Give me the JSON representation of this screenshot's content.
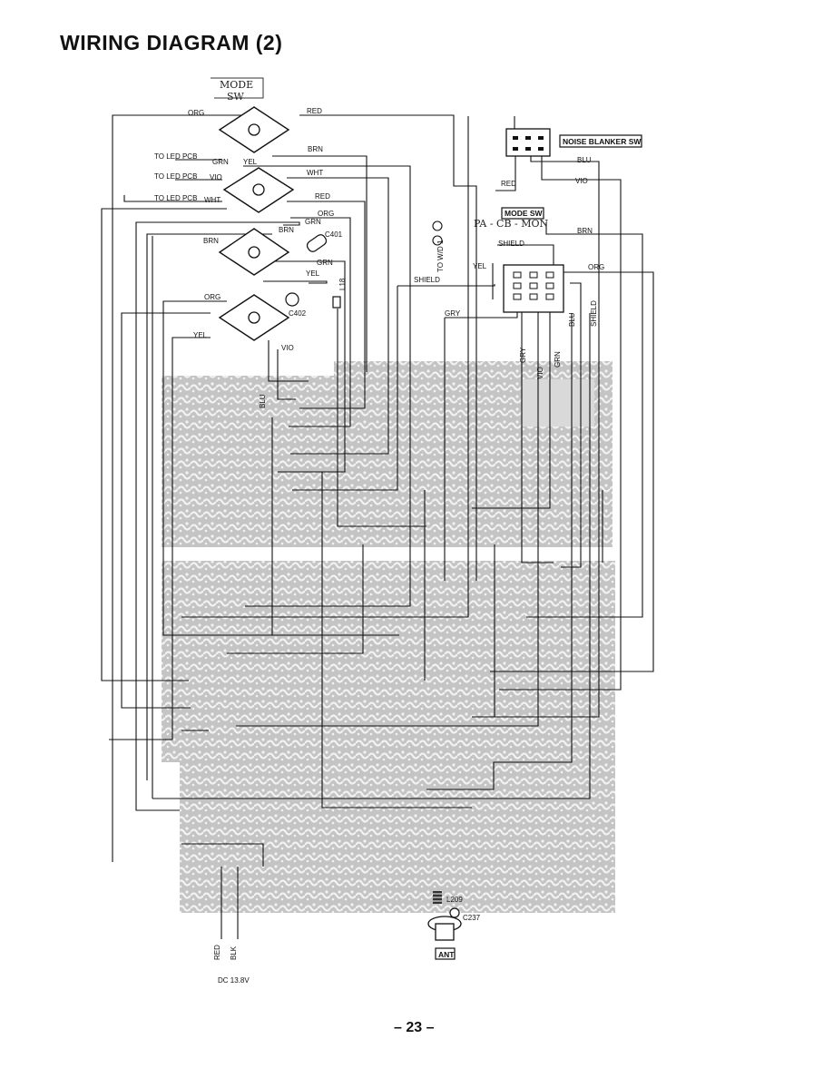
{
  "title": "WIRING DIAGRAM (2)",
  "page_number": "– 23 –",
  "handwritten": {
    "mode_sw_line1": "MODE",
    "mode_sw_line2": "SW",
    "pa_cb_mon": "PA - CB - MON"
  },
  "switch_labels": {
    "noise_blanker": "NOISE BLANKER SW",
    "mode_sw": "MODE SW"
  },
  "to_led_pcb": [
    "TO LED PCB",
    "TO LED PCB",
    "TO LED PCB"
  ],
  "to_wd1": "TO W/D 1",
  "component_labels": {
    "c401": "C401",
    "c402": "C402",
    "l18": "L18",
    "l209": "L209",
    "c237": "C237",
    "ant": "ANT",
    "dc": "DC 13.8V"
  },
  "wire_labels": {
    "org_top": "ORG",
    "red_top": "RED",
    "brn_1": "BRN",
    "grn_1": "GRN",
    "yel_1": "YEL",
    "vio_1": "VIO",
    "wht_1": "WHT",
    "wht_2": "WHT",
    "red_2": "RED",
    "org_2": "ORG",
    "grn_2": "GRN",
    "brn_2": "BRN",
    "brn_3": "BRN",
    "grn_3": "GRN",
    "yel_2": "YEL",
    "org_3": "ORG",
    "yel_3": "YEL",
    "vio_2": "VIO",
    "blu_nb": "BLU",
    "vio_nb": "VIO",
    "red_nb": "RED",
    "brn_mode": "BRN",
    "shield_1": "SHIELD",
    "shield_2": "SHIELD",
    "yel_mode": "YEL",
    "org_mode": "ORG",
    "gry_1": "GRY",
    "blu_mode": "BLU",
    "shield_3": "SHIELD",
    "gry_2": "GRY",
    "vio_3": "VIO",
    "grn_4": "GRN",
    "blu_pcb": "BLU",
    "red_dc": "RED",
    "blk_dc": "BLK"
  }
}
